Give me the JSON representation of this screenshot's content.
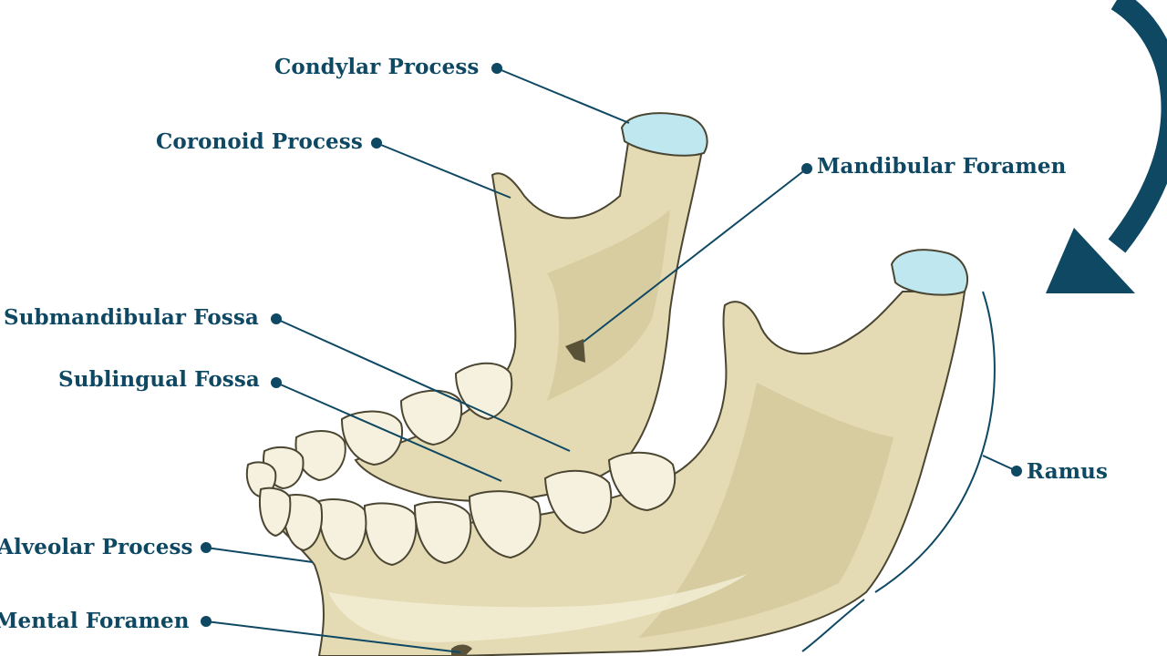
{
  "colors": {
    "label": "#0e4863",
    "leader": "#0e4863",
    "bone_fill": "#e4dab4",
    "bone_shadow": "#c9bc8c",
    "bone_light": "#f1ebd0",
    "outline": "#4a4632",
    "tooth": "#f6f1de",
    "cartilage": "#bfe7ef",
    "arrow": "#0e4863"
  },
  "labels": {
    "condylar_process": "Condylar Process",
    "coronoid_process": "Coronoid Process",
    "mandibular_foramen": "Mandibular Foramen",
    "submandibular_fossa": "Submandibular Fossa",
    "sublingual_fossa": "Sublingual Fossa",
    "alveolar_process": "Alveolar Process",
    "mental_foramen": "Mental Foramen",
    "ramus": "Ramus"
  },
  "icons": {
    "rotation_arrow": "curved-arrow-icon"
  }
}
